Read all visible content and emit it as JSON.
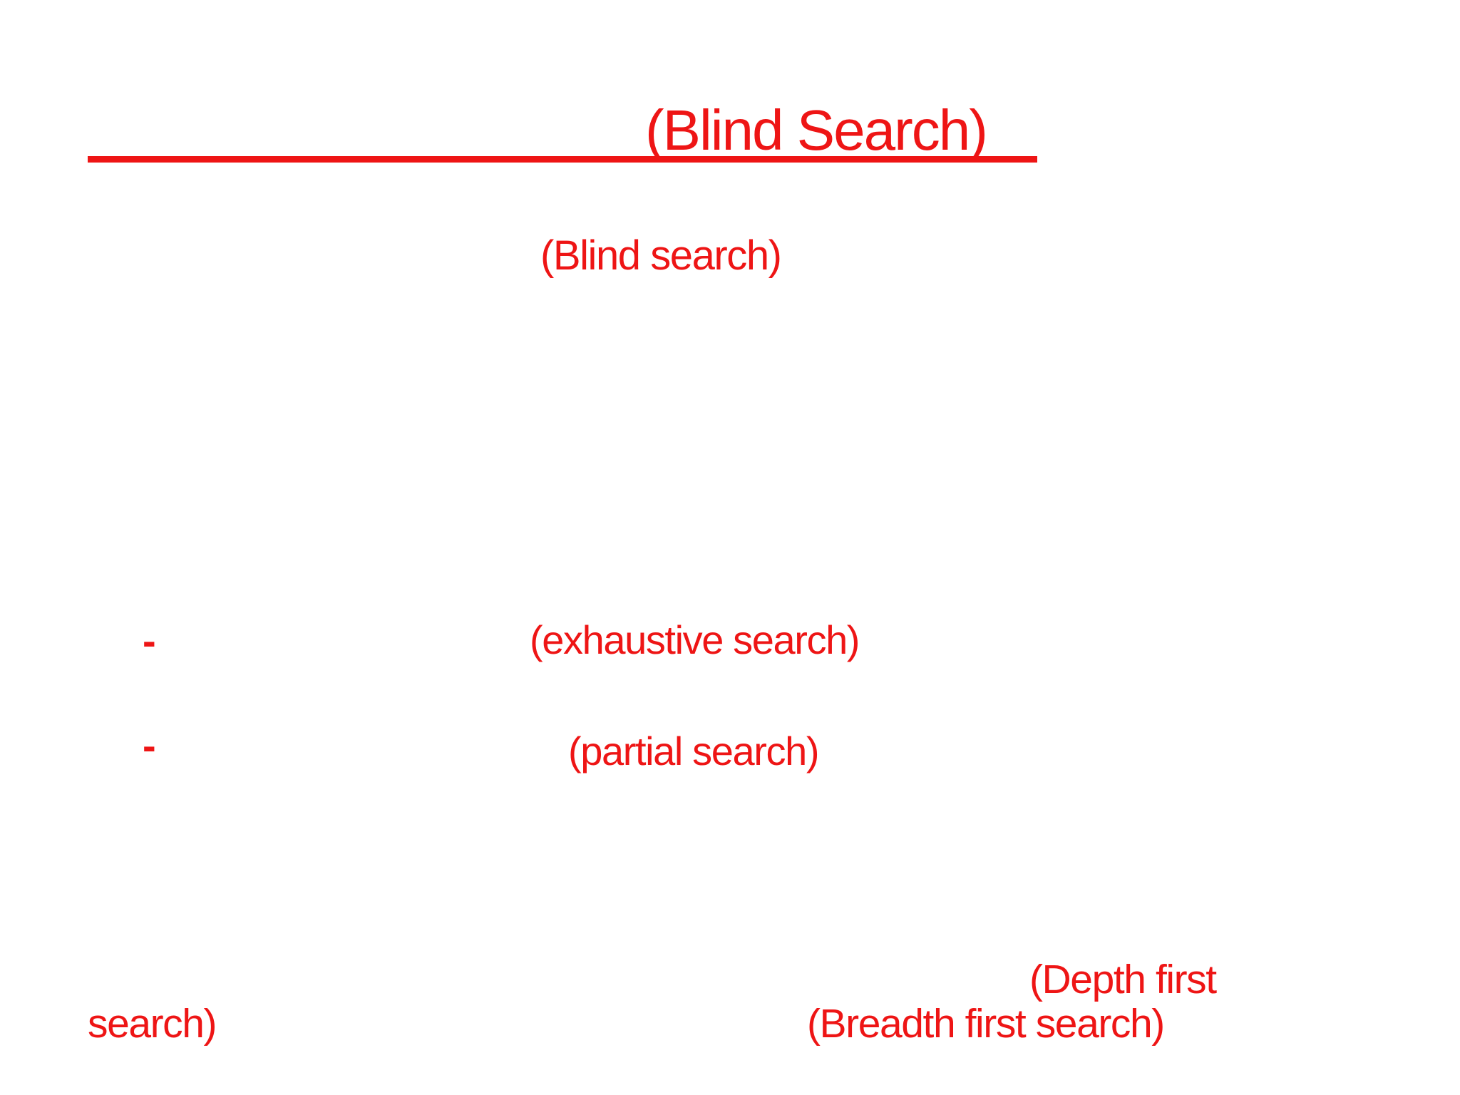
{
  "slide": {
    "background_color": "#ffffff",
    "accent_color": "#ee1515",
    "title": "(Blind Search)",
    "subtitle": "(Blind search)",
    "bullets": [
      {
        "marker": "-",
        "label": "(exhaustive search)"
      },
      {
        "marker": "-",
        "label": "(partial search)"
      }
    ],
    "footer": {
      "depth_fragment": "(Depth first",
      "wrapped_fragment": "search)",
      "breadth_fragment": "(Breadth first search)"
    }
  }
}
